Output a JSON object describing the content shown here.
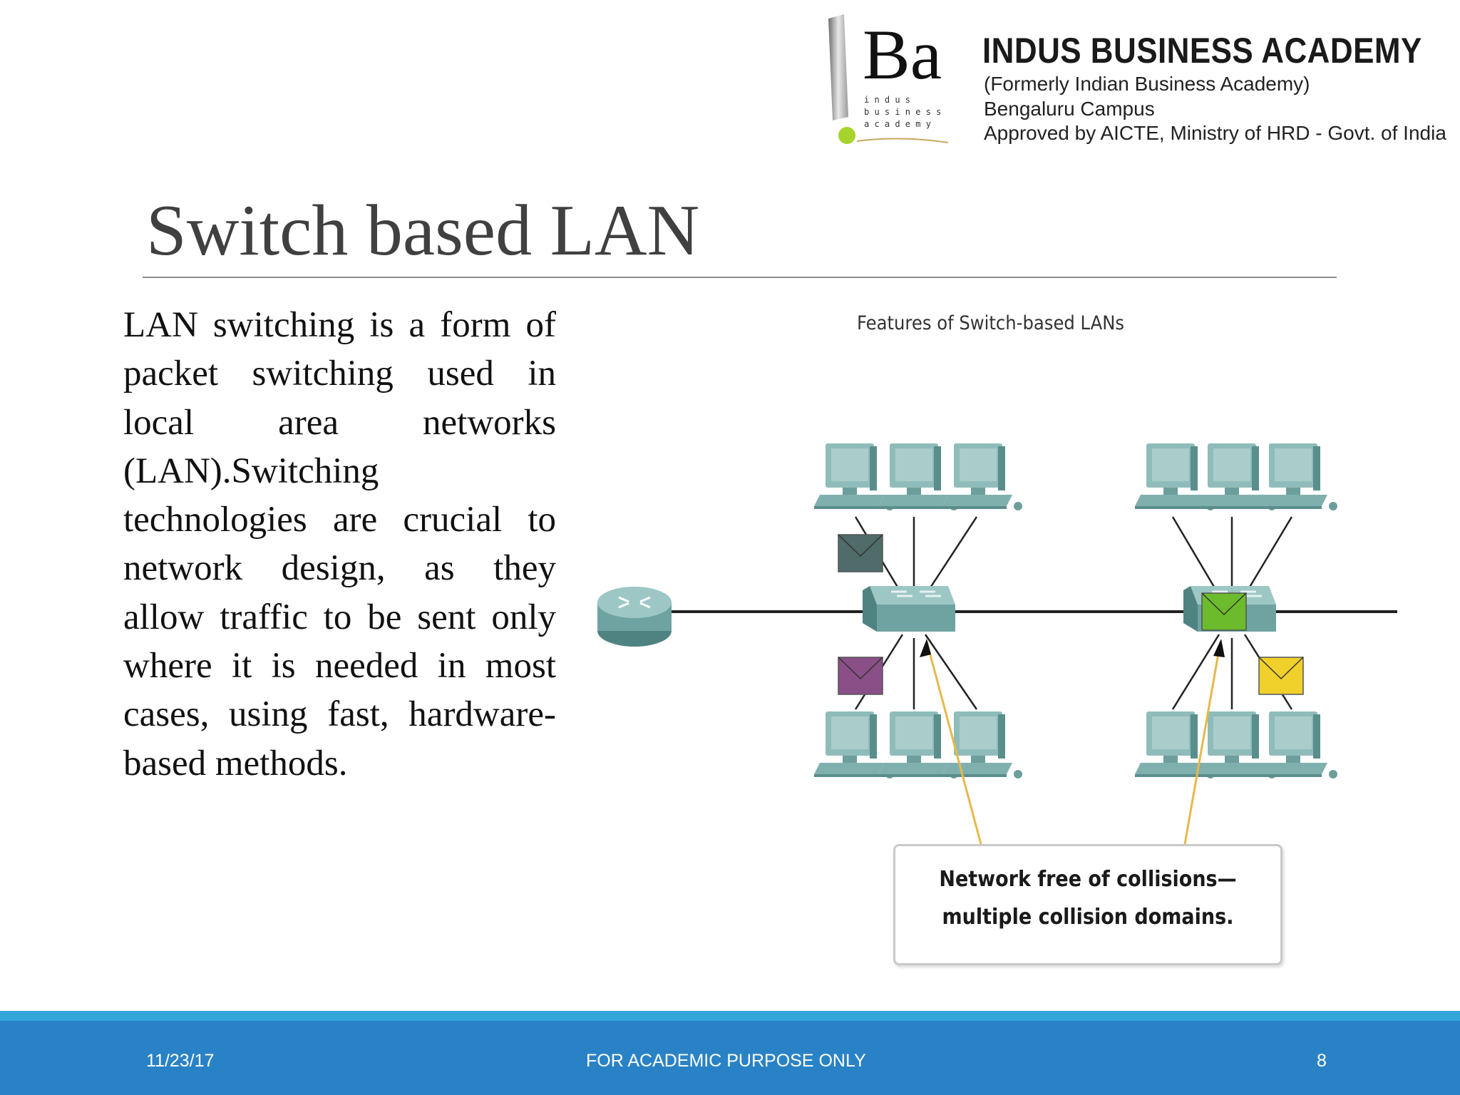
{
  "header": {
    "logo_letters": "Ba",
    "logo_wordmark": [
      "i n d u s",
      "b u s i n e s s",
      "a c a d e m y"
    ],
    "org_name": "INDUS BUSINESS ACADEMY",
    "lines": [
      "(Formerly Indian Business Academy)",
      "Bengaluru Campus",
      "Approved by AICTE, Ministry of HRD - Govt. of India"
    ]
  },
  "slide": {
    "title": "Switch based LAN",
    "body": "LAN switching is a form of packet switching used in local area networks (LAN).Switching technologies are crucial to network design, as they allow traffic to be sent only where it is needed in most cases, using fast, hardware-based methods."
  },
  "diagram": {
    "title": "Features of Switch-based LANs",
    "callout": "Network free of collisions—multiple collision domains.",
    "devices": [
      "router-icon",
      "switch-icon",
      "switch-icon",
      "pc-icon",
      "envelope-icon"
    ],
    "colors": {
      "device": "#7fb0ae",
      "device_dark": "#5a8e8c",
      "envelope_gray": "#4f6b6a",
      "envelope_purple": "#8a4f86",
      "envelope_green": "#6cbb2c",
      "envelope_yellow": "#f0d02a",
      "arrow": "#e8b84a"
    }
  },
  "footer": {
    "date": "11/23/17",
    "center": "FOR ACADEMIC PURPOSE ONLY",
    "page": "8",
    "bar_color": "#2a82c6",
    "accent_color": "#33a6d9"
  }
}
